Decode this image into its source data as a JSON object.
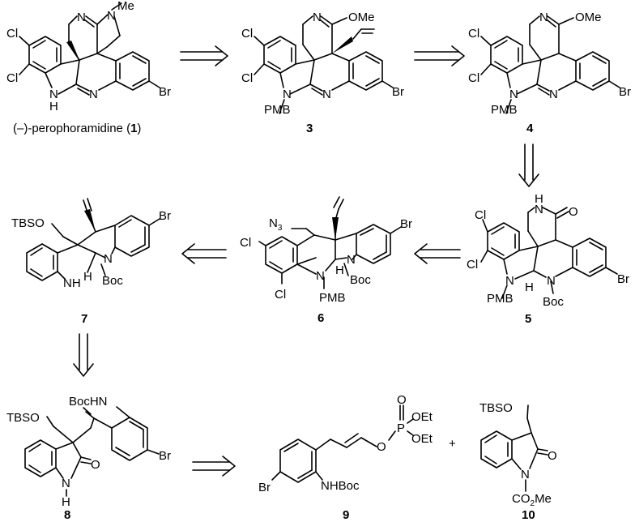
{
  "compounds": {
    "c1": {
      "label": "1",
      "name_prefix": "(–)-perophoramidine (",
      "name_suffix": ")"
    },
    "c3": {
      "label": "3"
    },
    "c4": {
      "label": "4"
    },
    "c5": {
      "label": "5"
    },
    "c6": {
      "label": "6"
    },
    "c7": {
      "label": "7"
    },
    "c8": {
      "label": "8"
    },
    "c9": {
      "label": "9"
    },
    "c10": {
      "label": "10"
    }
  },
  "atoms": {
    "cl": "Cl",
    "br": "Br",
    "n": "N",
    "h": "H",
    "nh": "NH",
    "me": "Me",
    "ome": "OMe",
    "pmb": "PMB",
    "boc": "Boc",
    "tbso": "TBSO",
    "o": "O",
    "p": "P",
    "oet": "OEt",
    "bochn": "BocHN",
    "nhboc": "NHBoc",
    "n3": "N",
    "n3_sub": "3",
    "co2me_a": "CO",
    "co2me_sub": "2",
    "co2me_b": "Me"
  },
  "plus": "+"
}
